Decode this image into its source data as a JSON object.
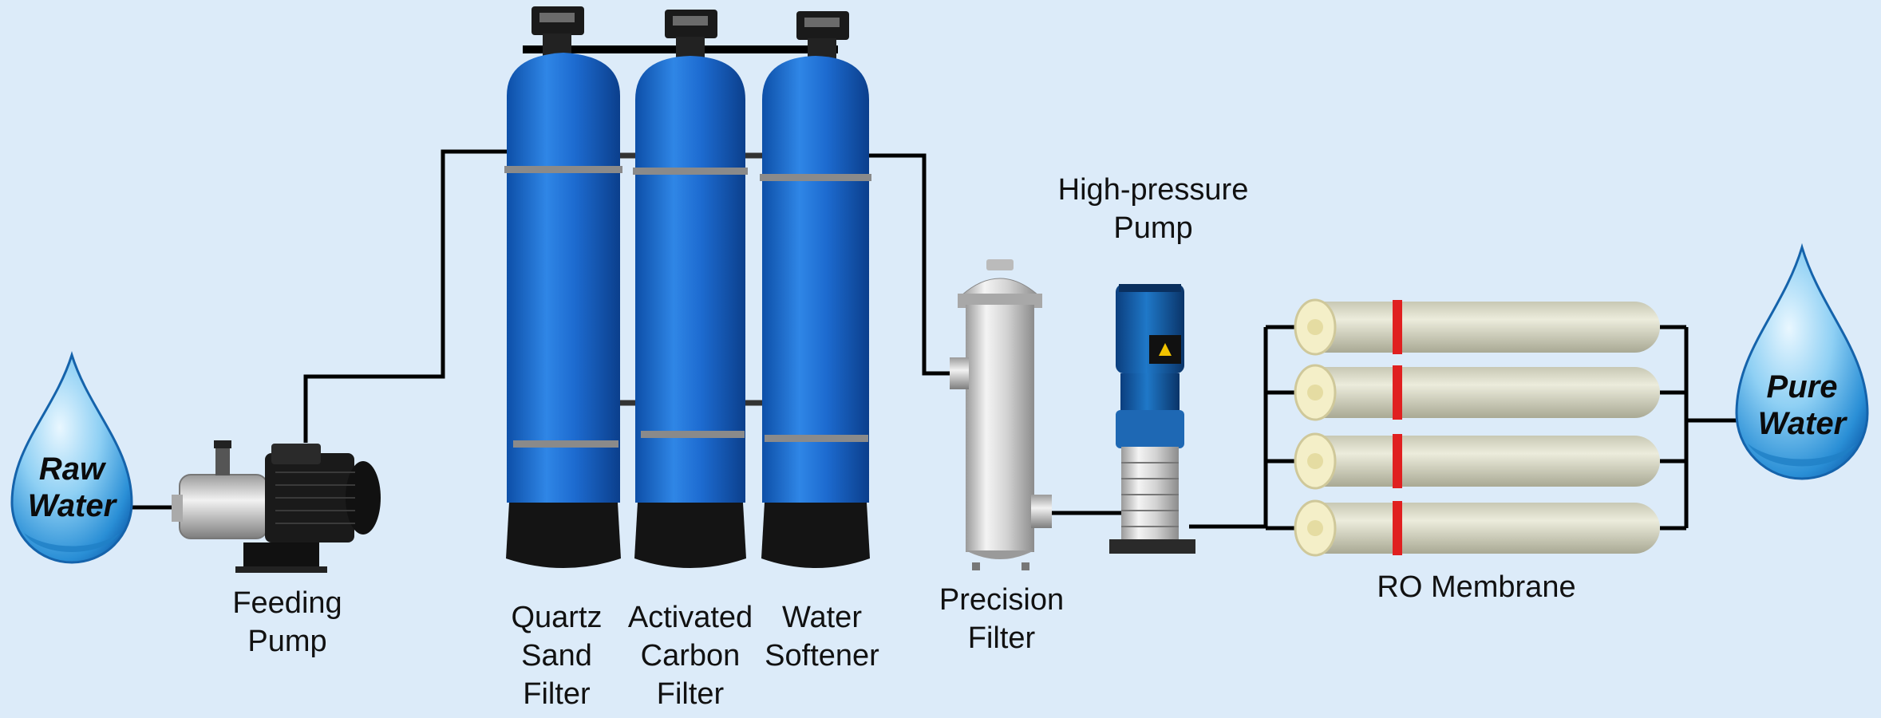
{
  "diagram": {
    "raw_water": "Raw\nWater",
    "pure_water": "Pure\nWater",
    "feeding_pump": "Feeding\nPump",
    "quartz_sand_filter": "Quartz\nSand\nFilter",
    "activated_carbon_filter": "Activated\nCarbon\nFilter",
    "water_softener": "Water\nSoftener",
    "precision_filter": "Precision\nFilter",
    "high_pressure_pump": "High-pressure\nPump",
    "ro_membrane": "RO Membrane"
  },
  "colors": {
    "background": "#dcebf9",
    "tank_blue": "#1e6fd0",
    "membrane": "#dcdcc8",
    "membrane_band": "#e02020",
    "pipe": "#000000"
  },
  "icons": [
    "water-drop-icon",
    "pump-icon",
    "filter-tank-icon",
    "cartridge-filter-icon",
    "vertical-pump-icon",
    "membrane-icon"
  ]
}
